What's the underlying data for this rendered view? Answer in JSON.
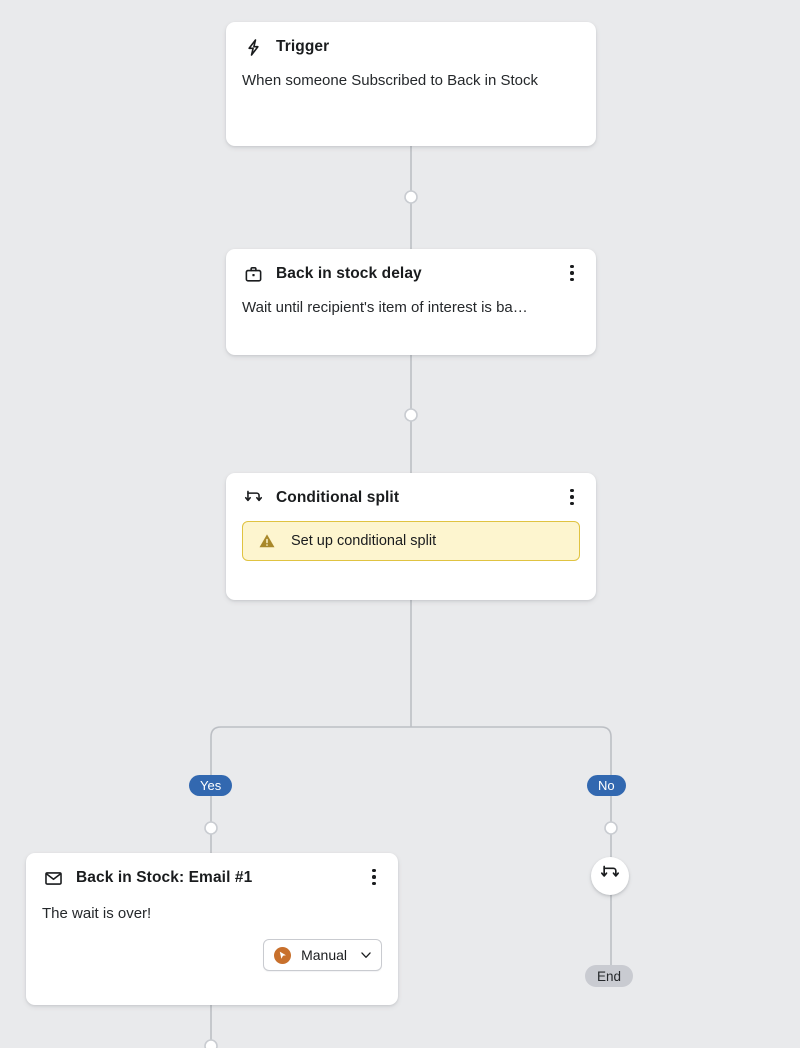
{
  "canvas": {
    "background": "#e9eaec",
    "connector_color": "#bcbfc4"
  },
  "nodes": {
    "trigger": {
      "icon": "lightning-bolt-icon",
      "title": "Trigger",
      "body": "When someone Subscribed to Back in Stock"
    },
    "delay": {
      "icon": "briefcase-icon",
      "title": "Back in stock delay",
      "body": "Wait until recipient's item of interest is ba…",
      "menu": "kebab-menu-icon"
    },
    "split": {
      "icon": "split-branch-icon",
      "title": "Conditional split",
      "menu": "kebab-menu-icon",
      "warning": {
        "icon": "warning-triangle-icon",
        "text": "Set up conditional split",
        "background": "#fdf5cf",
        "border": "#e0c341",
        "icon_color": "#a8882a"
      }
    },
    "email": {
      "icon": "envelope-icon",
      "title": "Back in Stock: Email #1",
      "body": "The wait is over!",
      "menu": "kebab-menu-icon",
      "select": {
        "badge_icon": "cursor-pointer-icon",
        "badge_color": "#c8702c",
        "label": "Manual",
        "chevron": "chevron-down-icon"
      }
    },
    "split_node": {
      "icon": "split-branch-icon"
    }
  },
  "branches": {
    "yes": {
      "label": "Yes",
      "color": "#3268b0"
    },
    "no": {
      "label": "No",
      "color": "#3268b0"
    }
  },
  "terminal": {
    "end": {
      "label": "End",
      "color": "#c9cbd1"
    }
  }
}
